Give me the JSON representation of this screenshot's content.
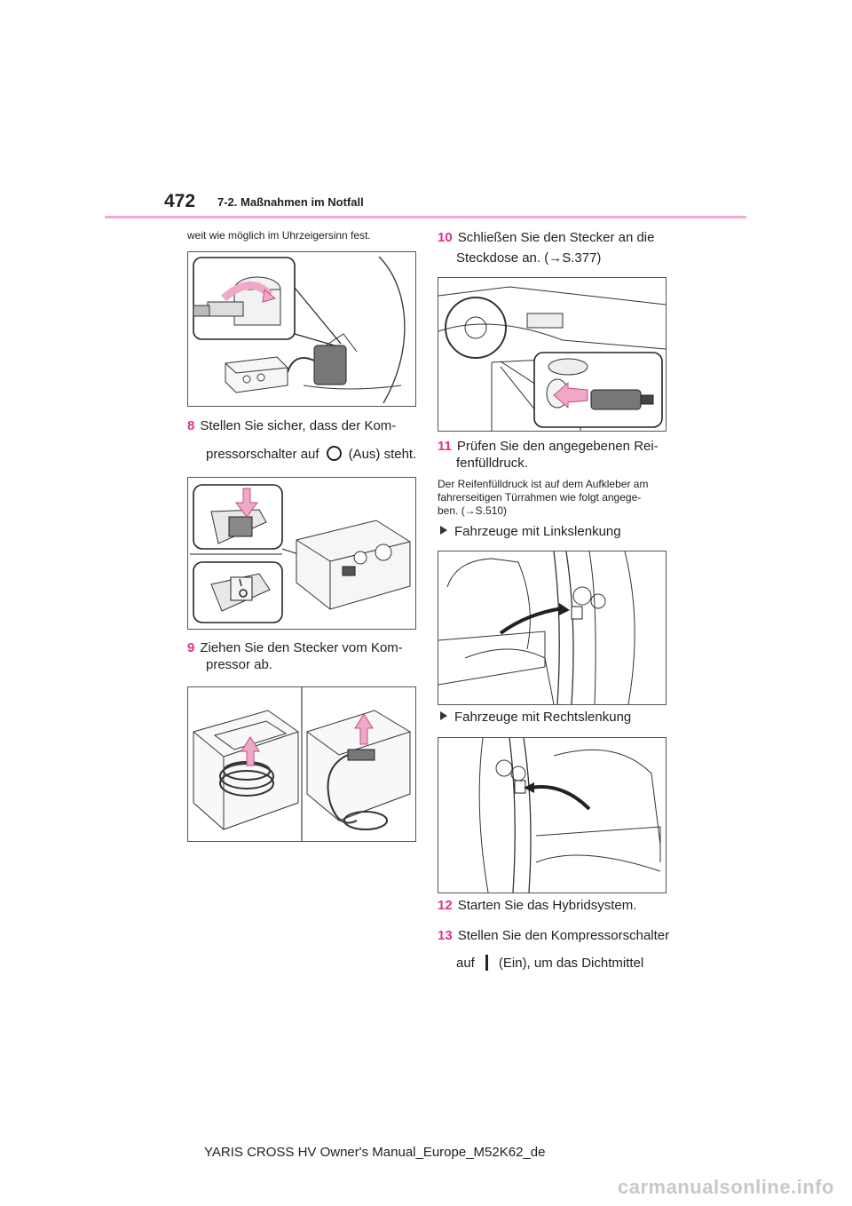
{
  "header": {
    "page_number": "472",
    "section": "7-2. Maßnahmen im Notfall"
  },
  "left": {
    "intro": "weit wie möglich im Uhrzeigersinn fest.",
    "step8": {
      "num": "8",
      "line1": "Stellen Sie sicher, dass der Kom-",
      "line2a": "pressorschalter auf",
      "line2b": "(Aus) steht."
    },
    "step9": {
      "num": "9",
      "line1": "Ziehen Sie den Stecker vom Kom-",
      "line2": "pressor ab."
    }
  },
  "right": {
    "step10": {
      "num": "10",
      "line1": "Schließen Sie den Stecker an die",
      "line2": "Steckdose an. (→S.377)"
    },
    "step11": {
      "num": "11",
      "line1": "Prüfen Sie den angegebenen Rei-",
      "line2": "fenfülldruck."
    },
    "note": {
      "line1": "Der Reifenfülldruck ist auf dem Aufkleber am",
      "line2": "fahrerseitigen Türrahmen wie folgt angege-",
      "line3": "ben. (→S.510)"
    },
    "bullet_left": "Fahrzeuge mit Linkslenkung",
    "bullet_right": "Fahrzeuge mit Rechtslenkung",
    "step12": {
      "num": "12",
      "text": "Starten Sie das Hybridsystem."
    },
    "step13": {
      "num": "13",
      "line1": "Stellen Sie den Kompressorschalter",
      "line2a": "auf",
      "line2b": "(Ein), um das Dichtmittel"
    }
  },
  "footer": "YARIS CROSS HV Owner's Manual_Europe_M52K62_de",
  "watermark": "carmanualsonline.info",
  "icons": {
    "off_symbol": "circle-icon",
    "on_symbol": "bar-icon",
    "bullet": "triangle-bullet-icon"
  },
  "colors": {
    "accent": "#e0308e",
    "rule": "#f3a9d3",
    "arrow_fill": "#f0a8c8"
  }
}
